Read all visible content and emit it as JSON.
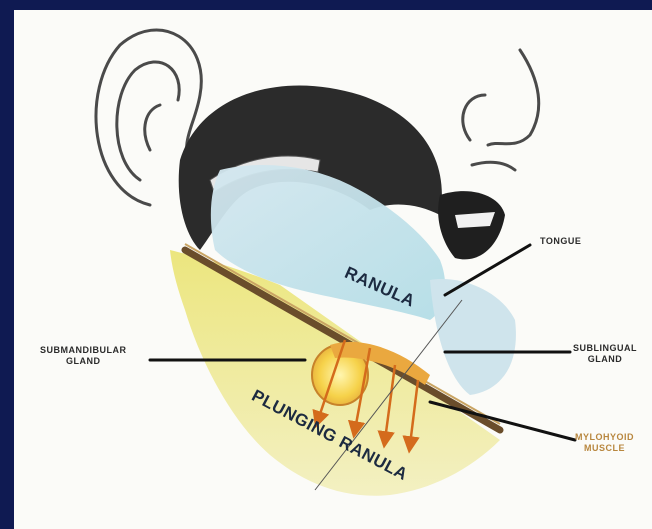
{
  "diagram": {
    "labels": {
      "ranula": "RANULA",
      "plunging_ranula": "PLUNGING RANULA",
      "tongue": "TONGUE",
      "submandibular_gland": [
        "SUBMANDIBULAR",
        "GLAND"
      ],
      "sublingual_gland": [
        "SUBLINGUAL",
        "GLAND"
      ],
      "mylohyoid_muscle": [
        "MYLOHYOID",
        "MUSCLE"
      ]
    },
    "colors": {
      "frame": "#0f1a52",
      "canvas": "#fbfbf8",
      "ranula_fill": "#bfe3ea",
      "neck_fill": "#e7e07a",
      "gland_fill": "#f7d24a",
      "arrow": "#d46b1c",
      "muscle_band": "#6a4d2b",
      "label_line": "#111111"
    }
  }
}
